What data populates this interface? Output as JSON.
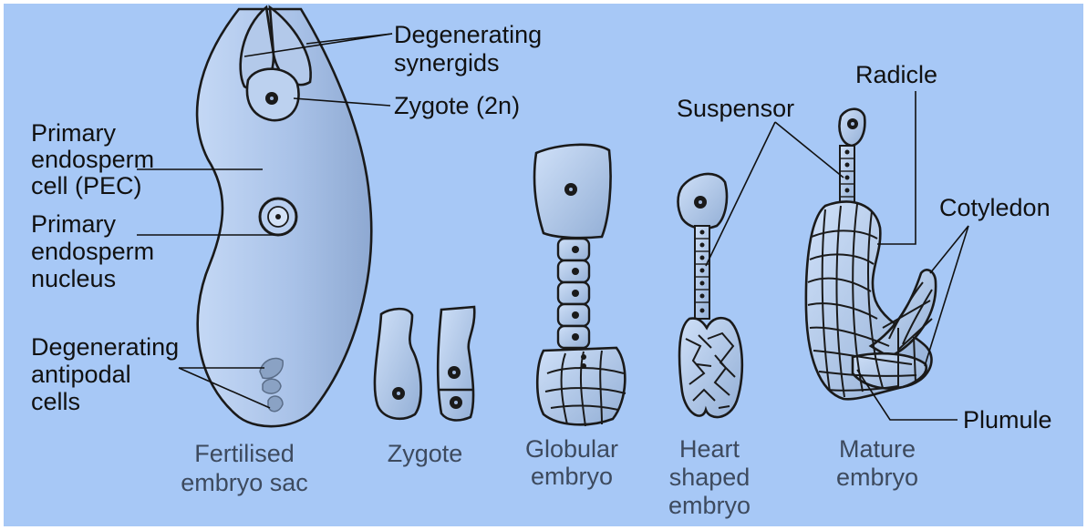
{
  "labels": {
    "degenerating_synergids": [
      "Degenerating",
      "synergids"
    ],
    "zygote_2n": "Zygote (2n)",
    "pec": [
      "Primary",
      "endosperm",
      "cell (PEC)"
    ],
    "pen": [
      "Primary",
      "endosperm",
      "nucleus"
    ],
    "antipodal": [
      "Degenerating",
      "antipodal",
      "cells"
    ],
    "suspensor": "Suspensor",
    "radicle": "Radicle",
    "cotyledon": "Cotyledon",
    "plumule": "Plumule"
  },
  "captions": {
    "embryo_sac": [
      "Fertilised",
      "embryo sac"
    ],
    "zygote": "Zygote",
    "globular": [
      "Globular",
      "embryo"
    ],
    "heart": [
      "Heart",
      "shaped",
      "embryo"
    ],
    "mature": [
      "Mature",
      "embryo"
    ]
  },
  "colors": {
    "background": "#a7c8f6",
    "cell_fill_light": "#c9dcf7",
    "cell_fill_dark": "#8fa9cf",
    "nucleus": "#111111"
  }
}
